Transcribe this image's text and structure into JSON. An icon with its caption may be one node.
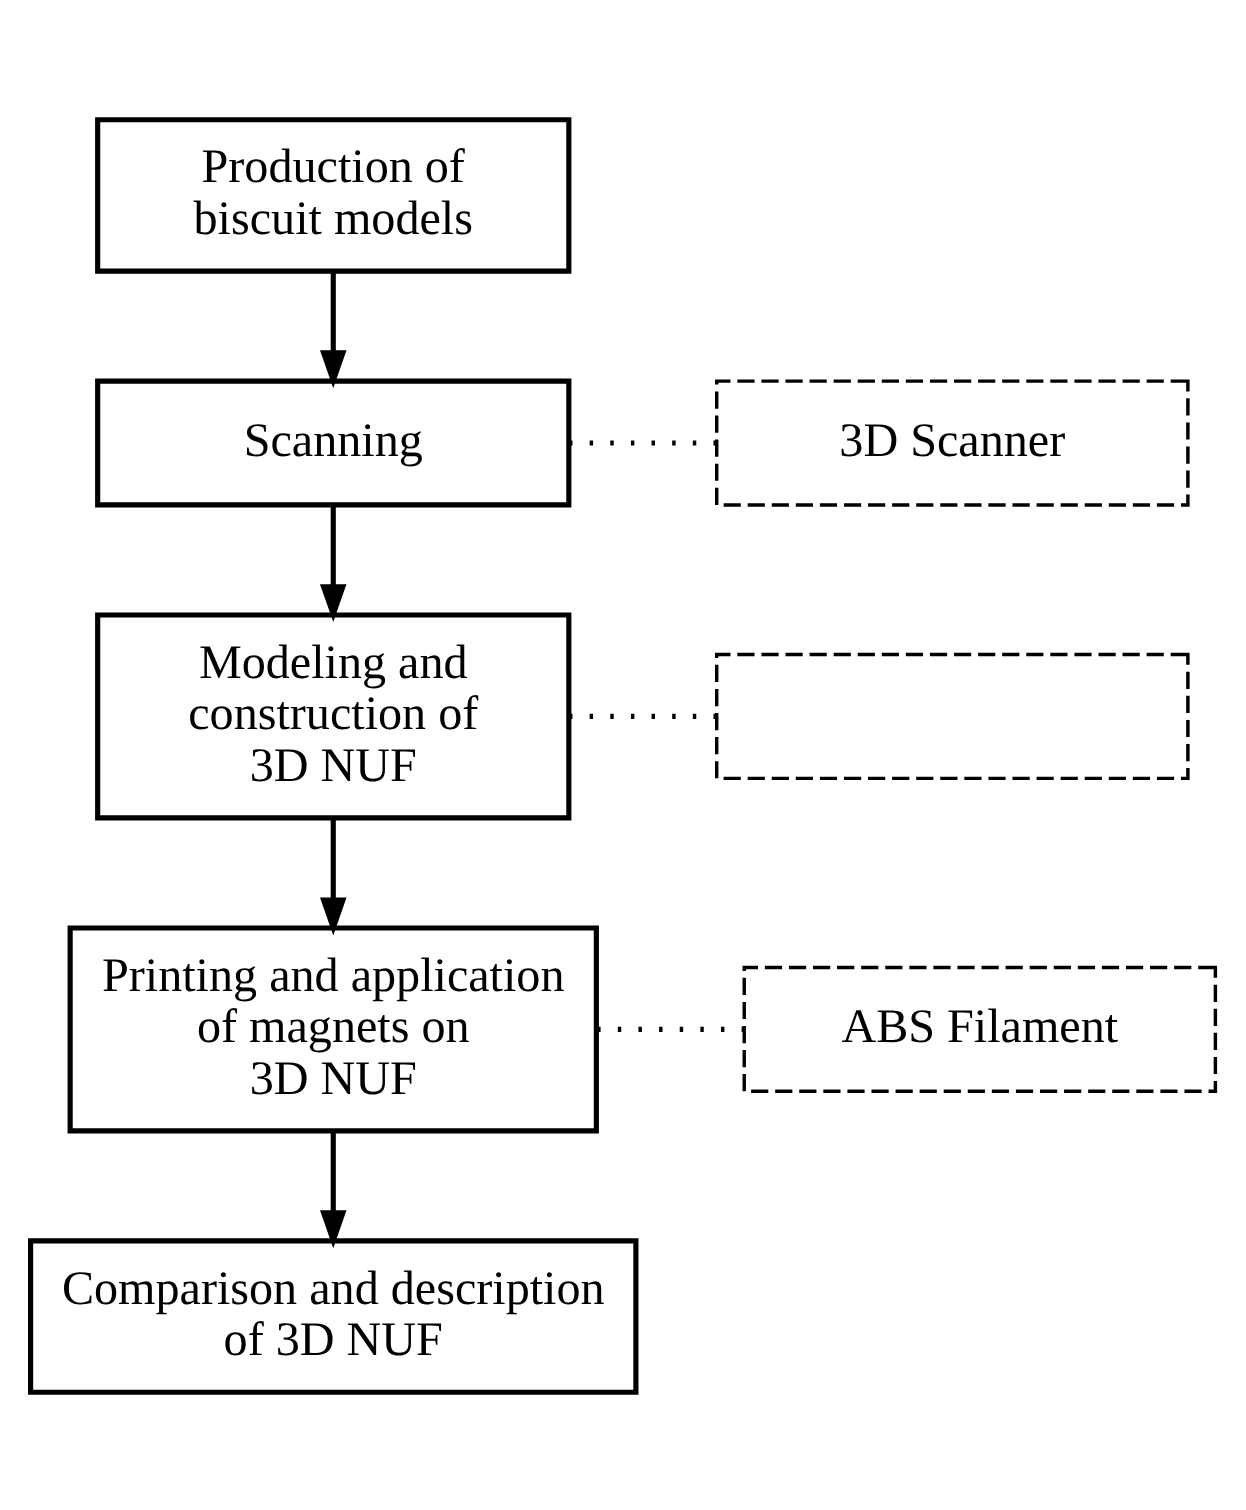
{
  "diagram": {
    "nodes": [
      {
        "text": [
          "Production of biscuit models"
        ]
      },
      {
        "text": [
          "Scanning"
        ]
      },
      {
        "text": [
          "3D Scanner"
        ]
      },
      {
        "text": [
          "Modeling and construction of 3D NUF"
        ]
      },
      {
        "text": [],
        "shape": "box"
      },
      {
        "text": [
          "Printing and application of magnets on 3D NUF"
        ]
      },
      {
        "text": [
          "ABS Filament"
        ]
      },
      {
        "text": [
          "Comparison and description of 3D NUF"
        ]
      }
    ],
    "edges": [
      {
        "from": 0,
        "to": 1,
        "arrow": "to"
      },
      {
        "from": 1,
        "to": 2,
        "arrow": "none",
        "style": "dashed"
      },
      {
        "from": 1,
        "to": 3,
        "arrow": "to"
      },
      {
        "from": 3,
        "to": 4,
        "arrow": "none",
        "style": "dashed"
      },
      {
        "from": 3,
        "to": 5,
        "arrow": "to"
      },
      {
        "from": 5,
        "to": 6,
        "arrow": "none",
        "style": "dashed"
      },
      {
        "from": 5,
        "to": 7,
        "arrow": "to"
      }
    ]
  }
}
